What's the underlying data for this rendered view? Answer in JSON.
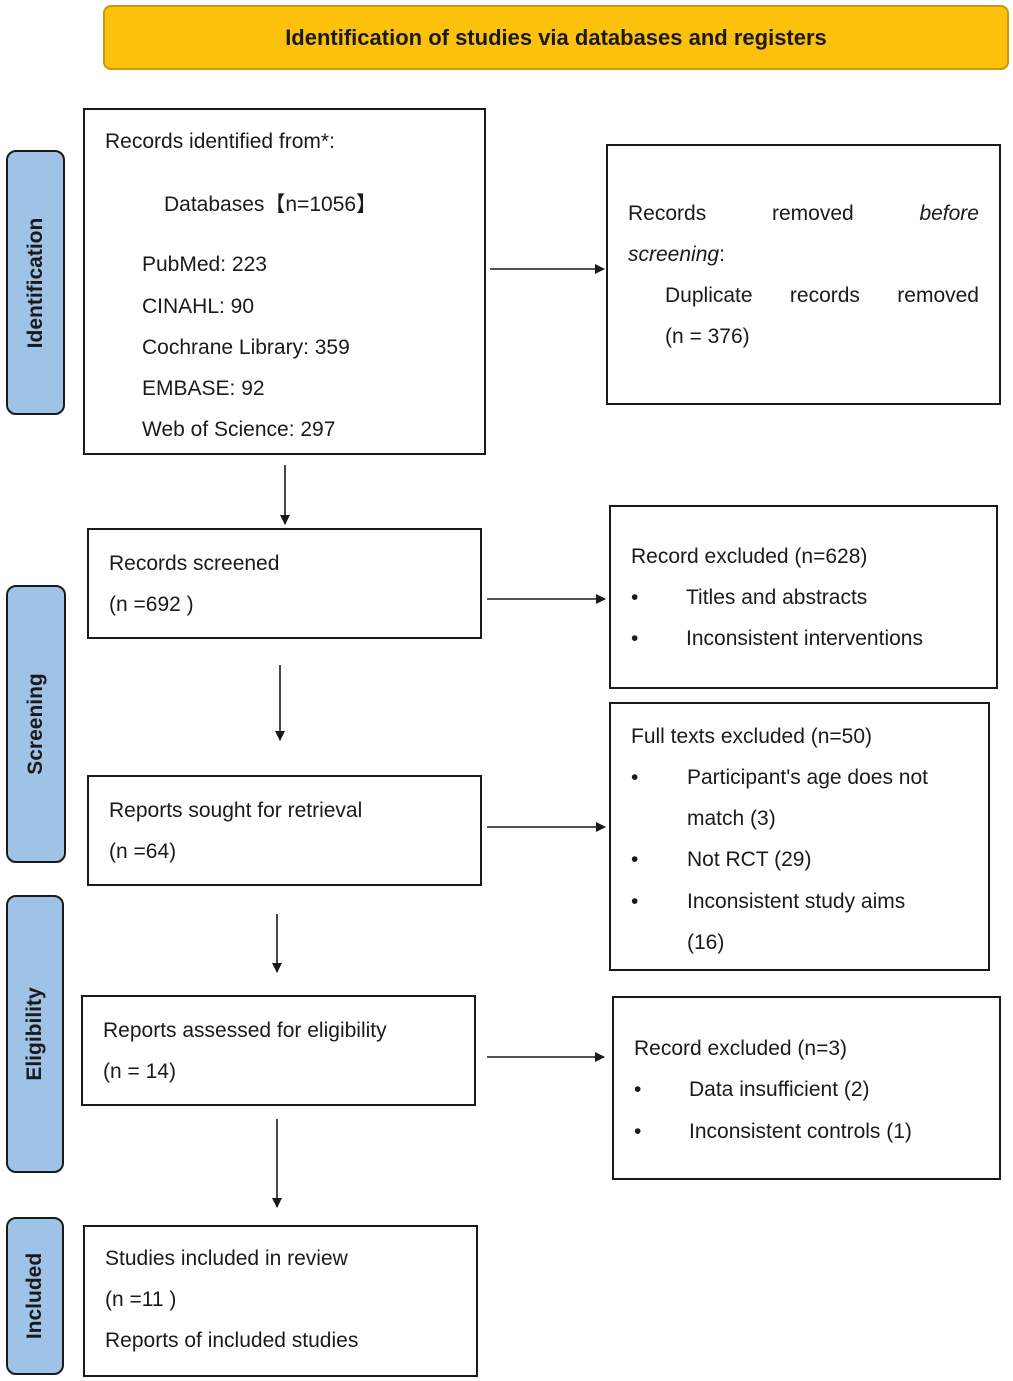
{
  "banner": {
    "title": "Identification of studies via databases and registers"
  },
  "phases": {
    "identification": "Identification",
    "screening": "Screening",
    "eligibility": "Eligibility",
    "included": "Included"
  },
  "identified": {
    "heading": "Records identified from*:",
    "databases": "Databases【n=1056】",
    "sources": [
      "PubMed: 223",
      "CINAHL: 90",
      "Cochrane Library: 359",
      "EMBASE: 92",
      "Web of Science: 297"
    ]
  },
  "removed": {
    "word1": "Records",
    "word2": "removed",
    "word3": "before",
    "word4": "screening",
    "colon": ":",
    "dup_word1": "Duplicate",
    "dup_word2": "records",
    "dup_word3": "removed",
    "count": "(n = 376)"
  },
  "screened": {
    "label": "Records screened",
    "count": "(n =692 )"
  },
  "excluded1": {
    "heading": "Record excluded (n=628)",
    "items": [
      "Titles and abstracts",
      "Inconsistent interventions"
    ]
  },
  "retrieval": {
    "label": "Reports sought for retrieval",
    "count": "(n =64)"
  },
  "fulltext": {
    "heading": "Full texts excluded (n=50)",
    "item1_line1": "Participant's age does not",
    "item1_line2": "match (3)",
    "item2": "Not RCT (29)",
    "item3_line1": "Inconsistent study aims",
    "item3_line2": "(16)"
  },
  "assessed": {
    "label": "Reports assessed for eligibility",
    "count": "(n = 14)"
  },
  "excluded2": {
    "heading": "Record excluded (n=3)",
    "items": [
      "Data insufficient (2)",
      "Inconsistent controls (1)"
    ]
  },
  "included": {
    "label": "Studies included in review",
    "count": "(n =11 )",
    "reports": "Reports of included studies"
  },
  "bullet_char": "•"
}
